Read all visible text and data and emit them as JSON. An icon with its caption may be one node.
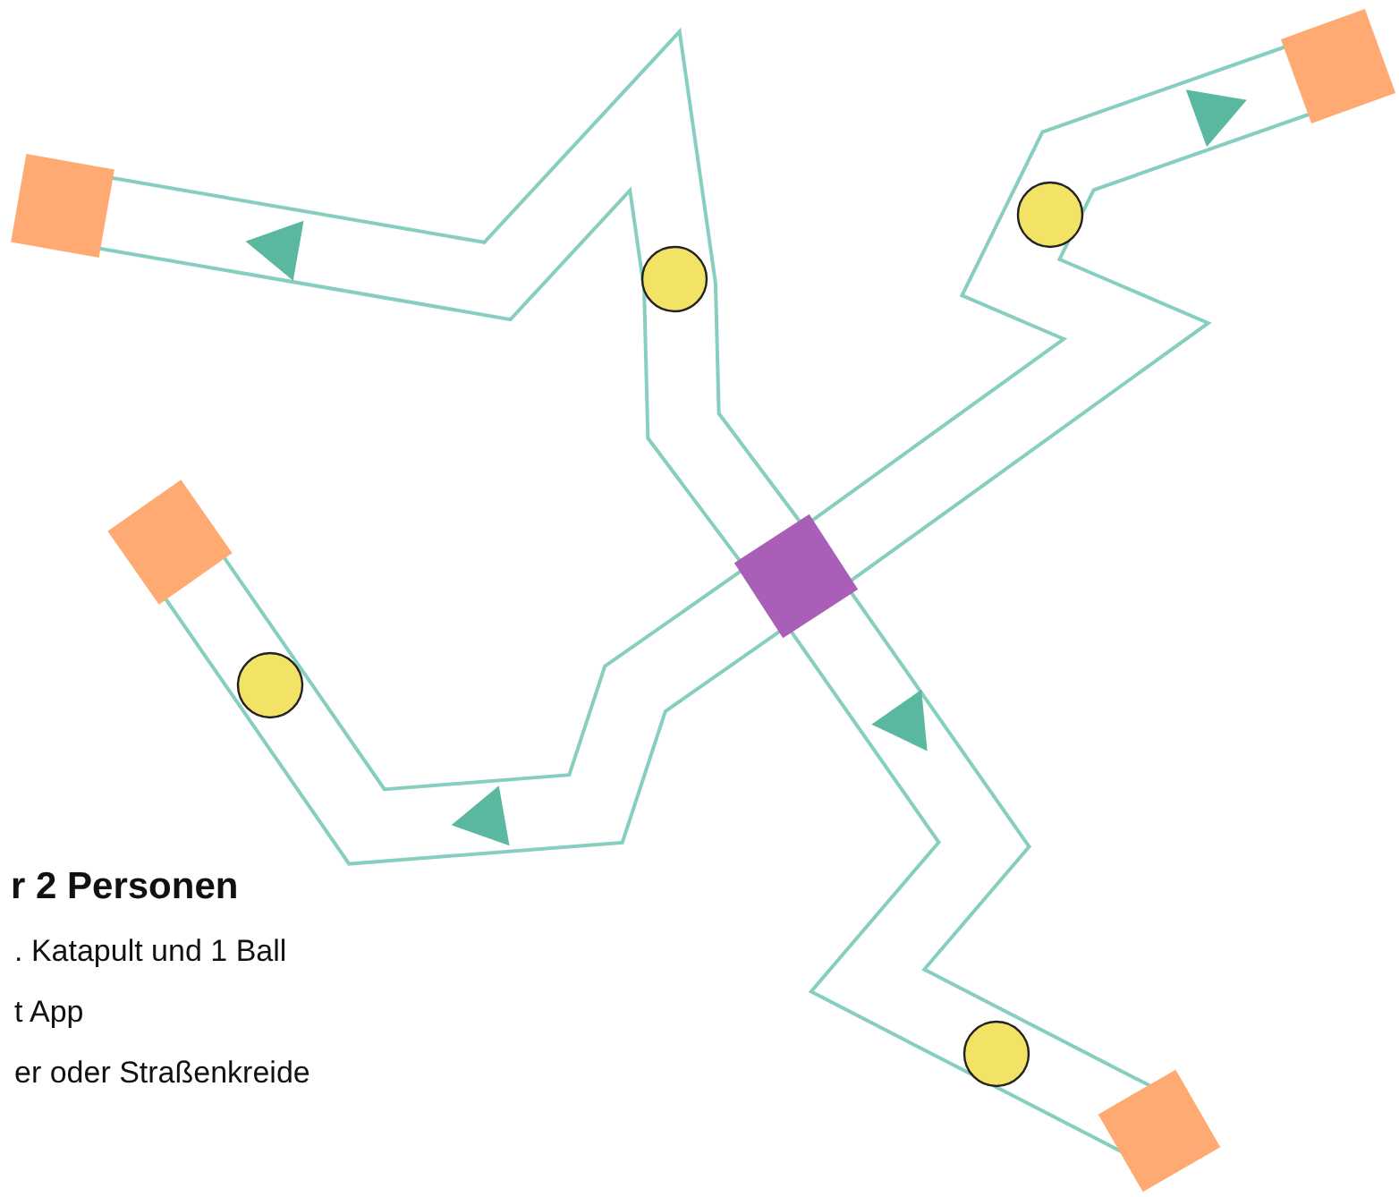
{
  "diagram": {
    "labels": [
      "r 2 Personen",
      ". Katapult und 1 Ball",
      "t App",
      "er oder Straßenkreide"
    ]
  }
}
